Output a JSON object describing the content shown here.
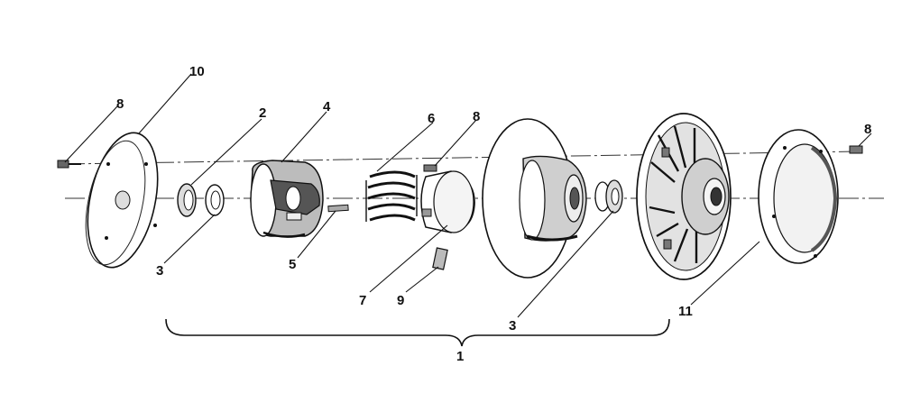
{
  "callouts": {
    "c1": "1",
    "c2": "2",
    "c3a": "3",
    "c3b": "3",
    "c4": "4",
    "c5": "5",
    "c6": "6",
    "c7": "7",
    "c8a": "8",
    "c8b": "8",
    "c8c": "8",
    "c9": "9",
    "c10": "10",
    "c11": "11"
  },
  "colors": {
    "ink": "#111111",
    "paper": "#ffffff",
    "shade": "#9a9a9a",
    "dark_shade": "#4a4a4a"
  }
}
